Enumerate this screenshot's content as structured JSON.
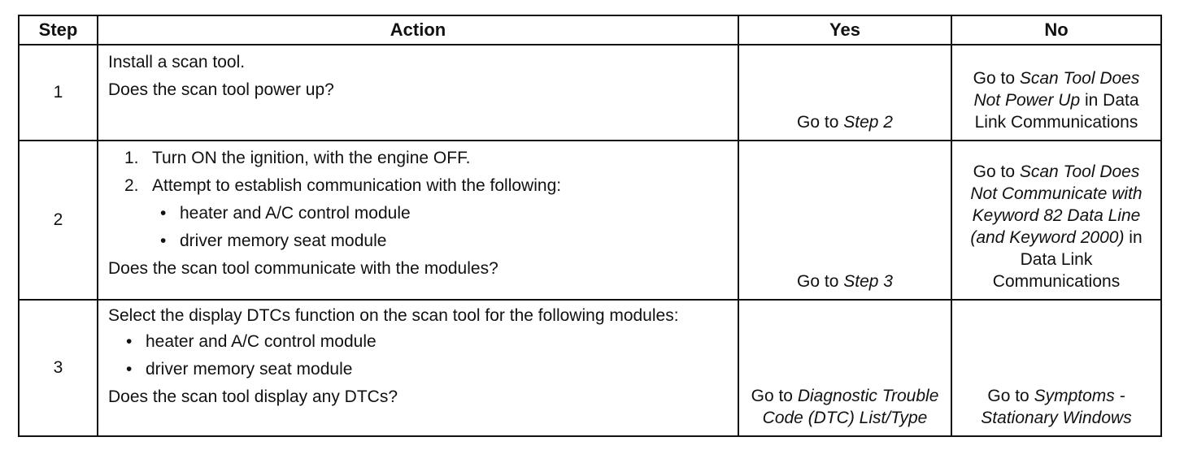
{
  "headers": {
    "step": "Step",
    "action": "Action",
    "yes": "Yes",
    "no": "No"
  },
  "rows": [
    {
      "step": "1",
      "action": {
        "line1": "Install a scan tool.",
        "question": "Does the scan tool power up?"
      },
      "yes": {
        "prefix": "Go to",
        "link": "Step 2"
      },
      "no": {
        "prefix": "Go to",
        "link": "Scan Tool Does Not Power Up",
        "suffix": "in Data Link Communications"
      }
    },
    {
      "step": "2",
      "action": {
        "item1_num": "1.",
        "item1": "Turn ON the ignition, with the engine OFF.",
        "item2_num": "2.",
        "item2": "Attempt to establish communication with the following:",
        "bullet1": "heater and A/C control module",
        "bullet2": "driver memory seat module",
        "question": "Does the scan tool communicate with the modules?"
      },
      "yes": {
        "prefix": "Go to",
        "link": "Step 3"
      },
      "no": {
        "prefix": "Go to",
        "link": "Scan Tool Does Not Communicate with Keyword 82 Data Line (and Keyword 2000)",
        "suffix": "in Data Link Communications"
      }
    },
    {
      "step": "3",
      "action": {
        "line1": "Select the display DTCs function on the scan tool for the following modules:",
        "bullet1": "heater and A/C control module",
        "bullet2": "driver memory seat module",
        "question": "Does the scan tool display any DTCs?"
      },
      "yes": {
        "prefix": "Go to",
        "link": "Diagnostic Trouble Code (DTC) List/Type"
      },
      "no": {
        "prefix": "Go to",
        "link": "Symptoms - Stationary Windows"
      }
    }
  ],
  "bullet_char": "•"
}
